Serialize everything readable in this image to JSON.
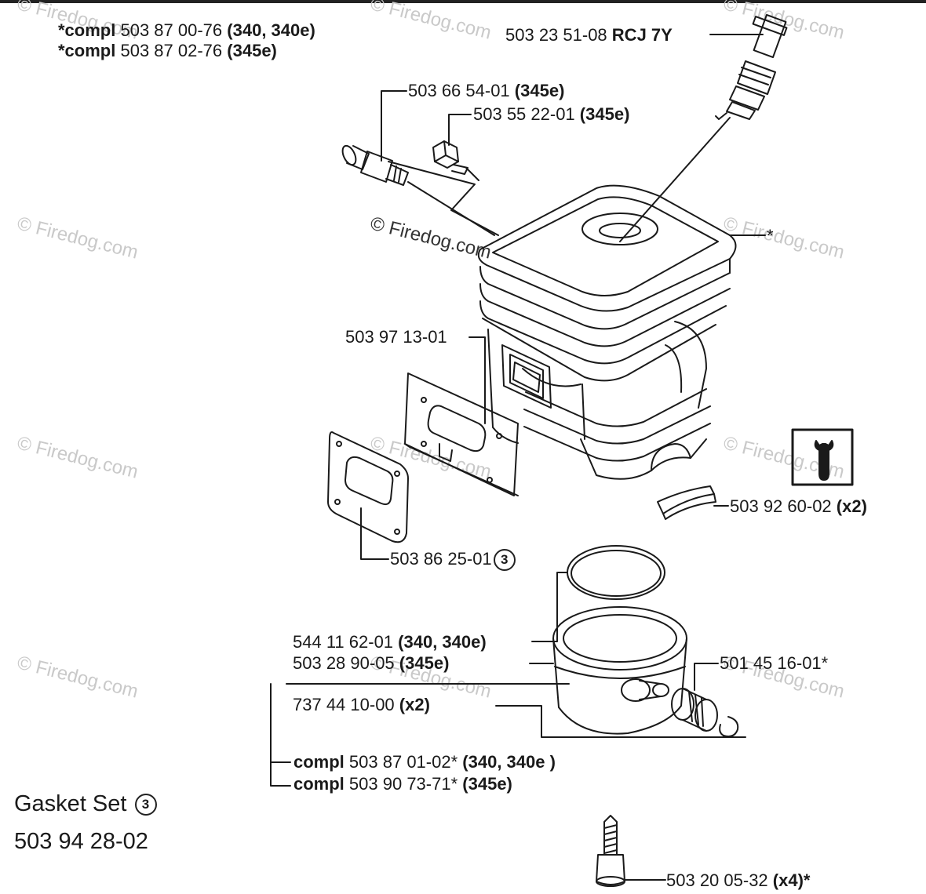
{
  "watermark": "© Firedog.com",
  "labels": {
    "compl_340": {
      "prefix": "*compl",
      "num": "503 87 00-76",
      "suffix": "(340, 340e)"
    },
    "compl_345": {
      "prefix": "*compl",
      "num": "503 87 02-76",
      "suffix": "(345e)"
    },
    "spark_plug": {
      "num": "503 23 51-08",
      "suffix": "RCJ 7Y"
    },
    "decomp_345": {
      "num": "503 66 54-01",
      "suffix": "(345e)"
    },
    "plug_345": {
      "num": "503 55 22-01",
      "suffix": "(345e)"
    },
    "cylinder_star": "*",
    "gasket_plate": "503 97 13-01",
    "tool_x2": {
      "num": "503 92 60-02",
      "suffix": "(x2)"
    },
    "exhaust_gasket": {
      "num": "503 86 25-01",
      "circle": "3"
    },
    "piston_340": {
      "num": "544 11 62-01",
      "suffix": "(340, 340e)"
    },
    "piston_345": {
      "num": "503 28 90-05",
      "suffix": "(345e)"
    },
    "bearing": "501 45 16-01*",
    "circlip": {
      "num": "737 44 10-00",
      "suffix": "(x2)"
    },
    "piston_compl_340": {
      "prefix": "compl",
      "num": "503 87 01-02*",
      "suffix": "(340, 340e )"
    },
    "piston_compl_345": {
      "prefix": "compl",
      "num": "503 90 73-71*",
      "suffix": "(345e)"
    },
    "gasket_set": {
      "title": "Gasket Set",
      "circle": "3",
      "num": "503 94 28-02"
    },
    "screw": {
      "num": "503 20 05-32",
      "suffix": "(x4)*"
    }
  },
  "icons": [
    "spark-plug-icon",
    "wrench-info-icon",
    "cylinder-icon",
    "piston-icon"
  ]
}
